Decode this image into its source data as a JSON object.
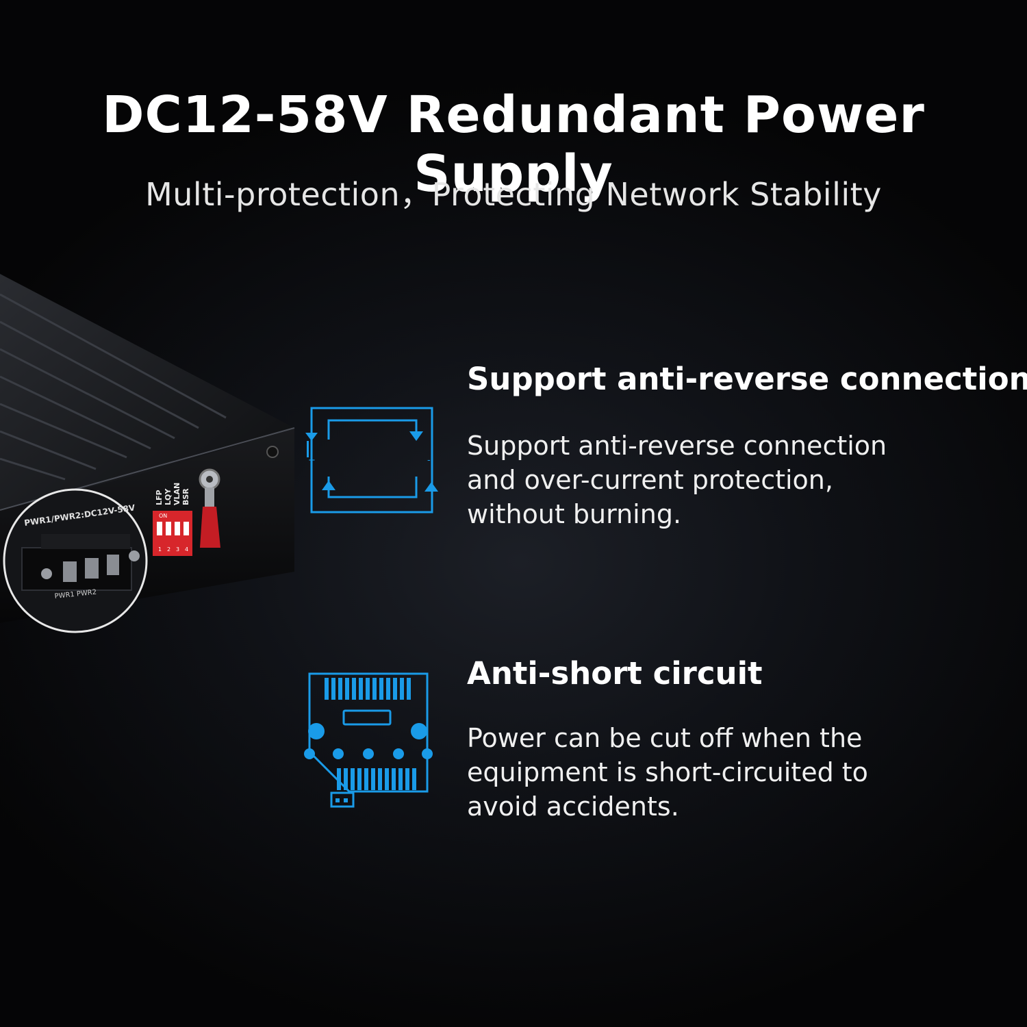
{
  "header": {
    "title": "DC12-58V Redundant Power Supply",
    "subtitle": "Multi-protection，Protecting Network Stability"
  },
  "device": {
    "terminal_label": "PWR1/PWR2:DC12V-58V",
    "terminal_bottom_label": "PWR1 PWR2",
    "dip_labels": [
      "LFP",
      "LQY",
      "VLAN",
      "BSR"
    ],
    "dip_on_label": "ON",
    "dip_numbers": [
      "1",
      "2",
      "3",
      "4"
    ]
  },
  "features": [
    {
      "icon": "anti-reverse-icon",
      "heading": "Support anti-reverse connection",
      "lines": [
        "Support anti-reverse connection",
        "and over-current protection,",
        "without burning."
      ]
    },
    {
      "icon": "circuit-board-icon",
      "heading": "Anti-short circuit",
      "lines": [
        "Power can be cut off when the",
        "equipment is short-circuited to",
        "avoid accidents."
      ]
    }
  ],
  "colors": {
    "accent": "#1a9be8",
    "background": "#0b0c0f",
    "text": "#ffffff"
  }
}
